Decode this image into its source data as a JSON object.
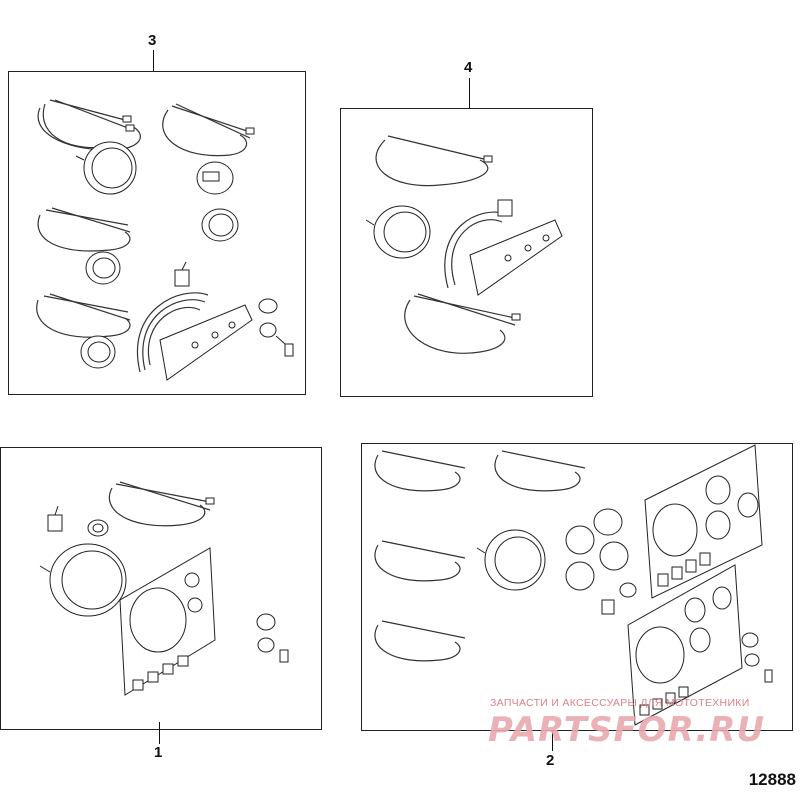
{
  "callouts": {
    "panel_1": "1",
    "panel_2": "2",
    "panel_3": "3",
    "panel_4": "4"
  },
  "reference_number": "12888",
  "watermark": {
    "tagline": "ЗАПЧАСТИ И АКСЕССУАРЫ ДЛЯ МОТОТЕХНИКИ",
    "brand": "PARTSFOR.RU"
  }
}
